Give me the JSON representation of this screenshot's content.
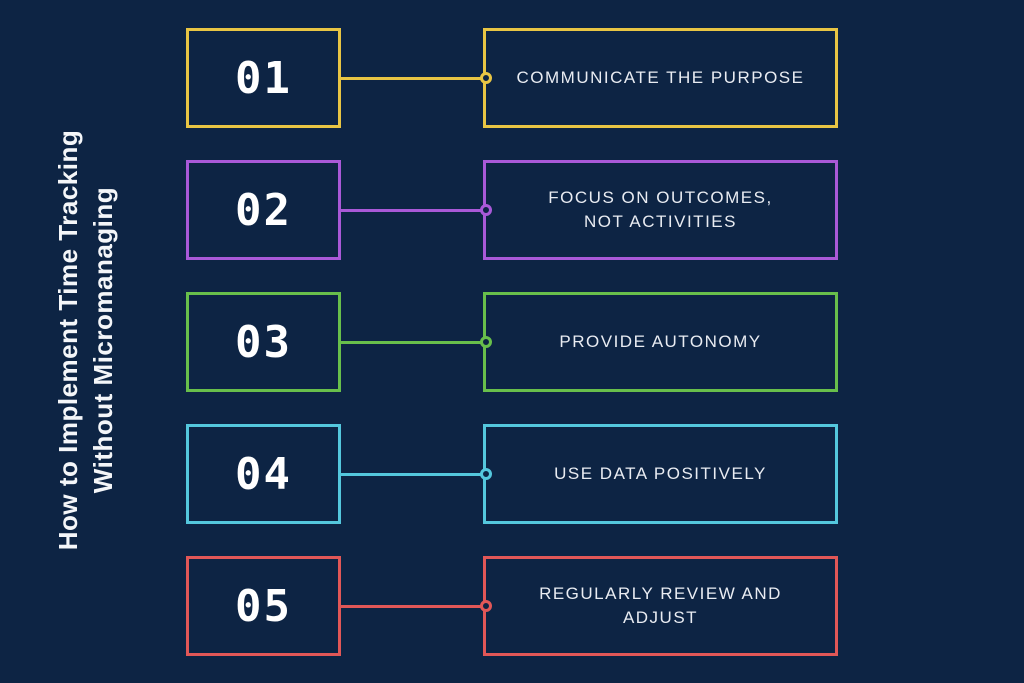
{
  "colors": {
    "background": "#0d2444",
    "title_text": "#f4f6f9",
    "number_text": "#ffffff",
    "label_text": "#e9ecf2"
  },
  "title": {
    "text": "How to Implement Time Tracking\nWithout Micromanaging"
  },
  "steps": [
    {
      "number": "01",
      "label": "COMMUNICATE THE PURPOSE",
      "color": "#e8c544"
    },
    {
      "number": "02",
      "label": "FOCUS ON OUTCOMES,\nNOT ACTIVITIES",
      "color": "#a959d8"
    },
    {
      "number": "03",
      "label": "PROVIDE AUTONOMY",
      "color": "#68bf4b"
    },
    {
      "number": "04",
      "label": "USE DATA POSITIVELY",
      "color": "#54c7dd"
    },
    {
      "number": "05",
      "label": "REGULARLY REVIEW AND ADJUST",
      "color": "#e15757"
    }
  ]
}
